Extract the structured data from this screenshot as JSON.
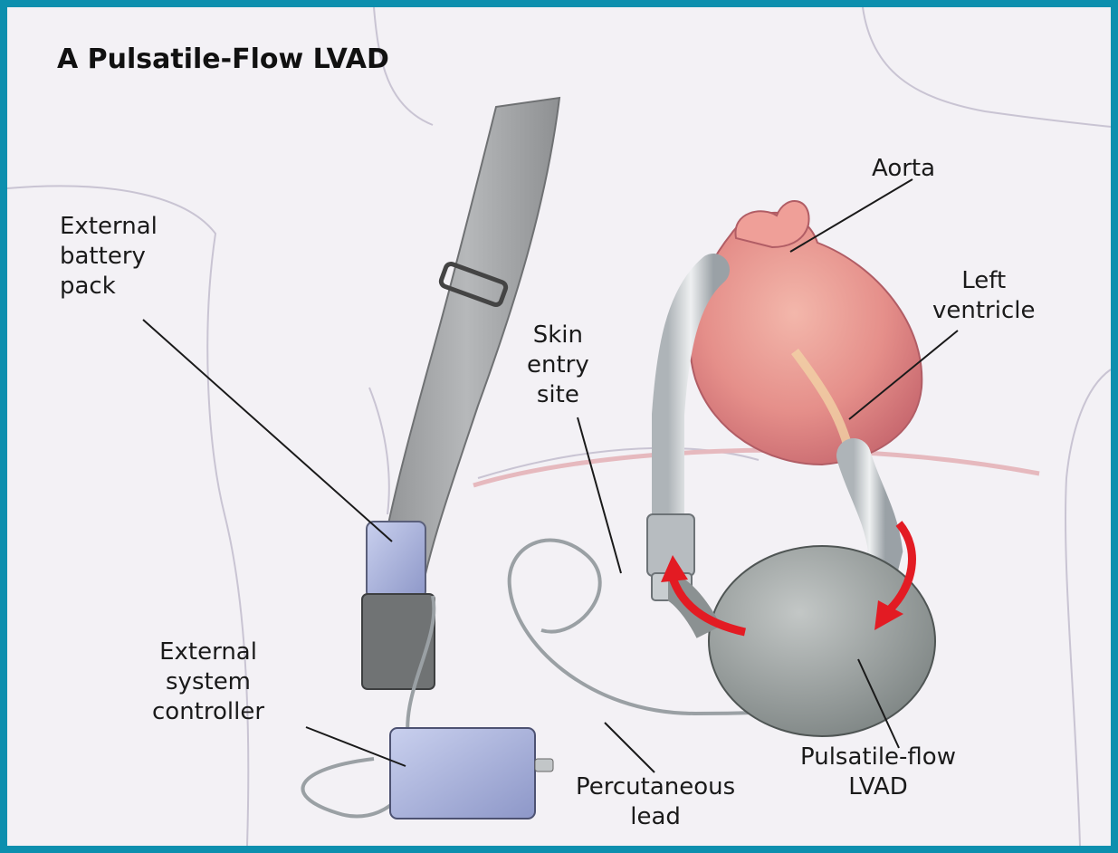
{
  "title": "A Pulsatile-Flow LVAD",
  "labels": {
    "aorta": "Aorta",
    "left_ventricle": "Left\nventricle",
    "external_battery_pack": "External\nbattery\npack",
    "skin_entry_site": "Skin\nentry\nsite",
    "external_system_controller": "External\nsystem\ncontroller",
    "percutaneous_lead": "Percutaneous\nlead",
    "pulsatile_flow_lvad": "Pulsatile-flow\nLVAD"
  },
  "colors": {
    "frame": "#0d8fae",
    "background": "#f3f1f5",
    "body_outline": "#c9c4d3",
    "strap": "#a7a9ab",
    "battery": "#b4bedf",
    "controller": "#a8b3dc",
    "heart": "#e99a94",
    "pump": "#a3a8a8",
    "tube": "#cfd3d6",
    "flow_arrow": "#e31b23",
    "leader_line": "#1a1a1a"
  }
}
